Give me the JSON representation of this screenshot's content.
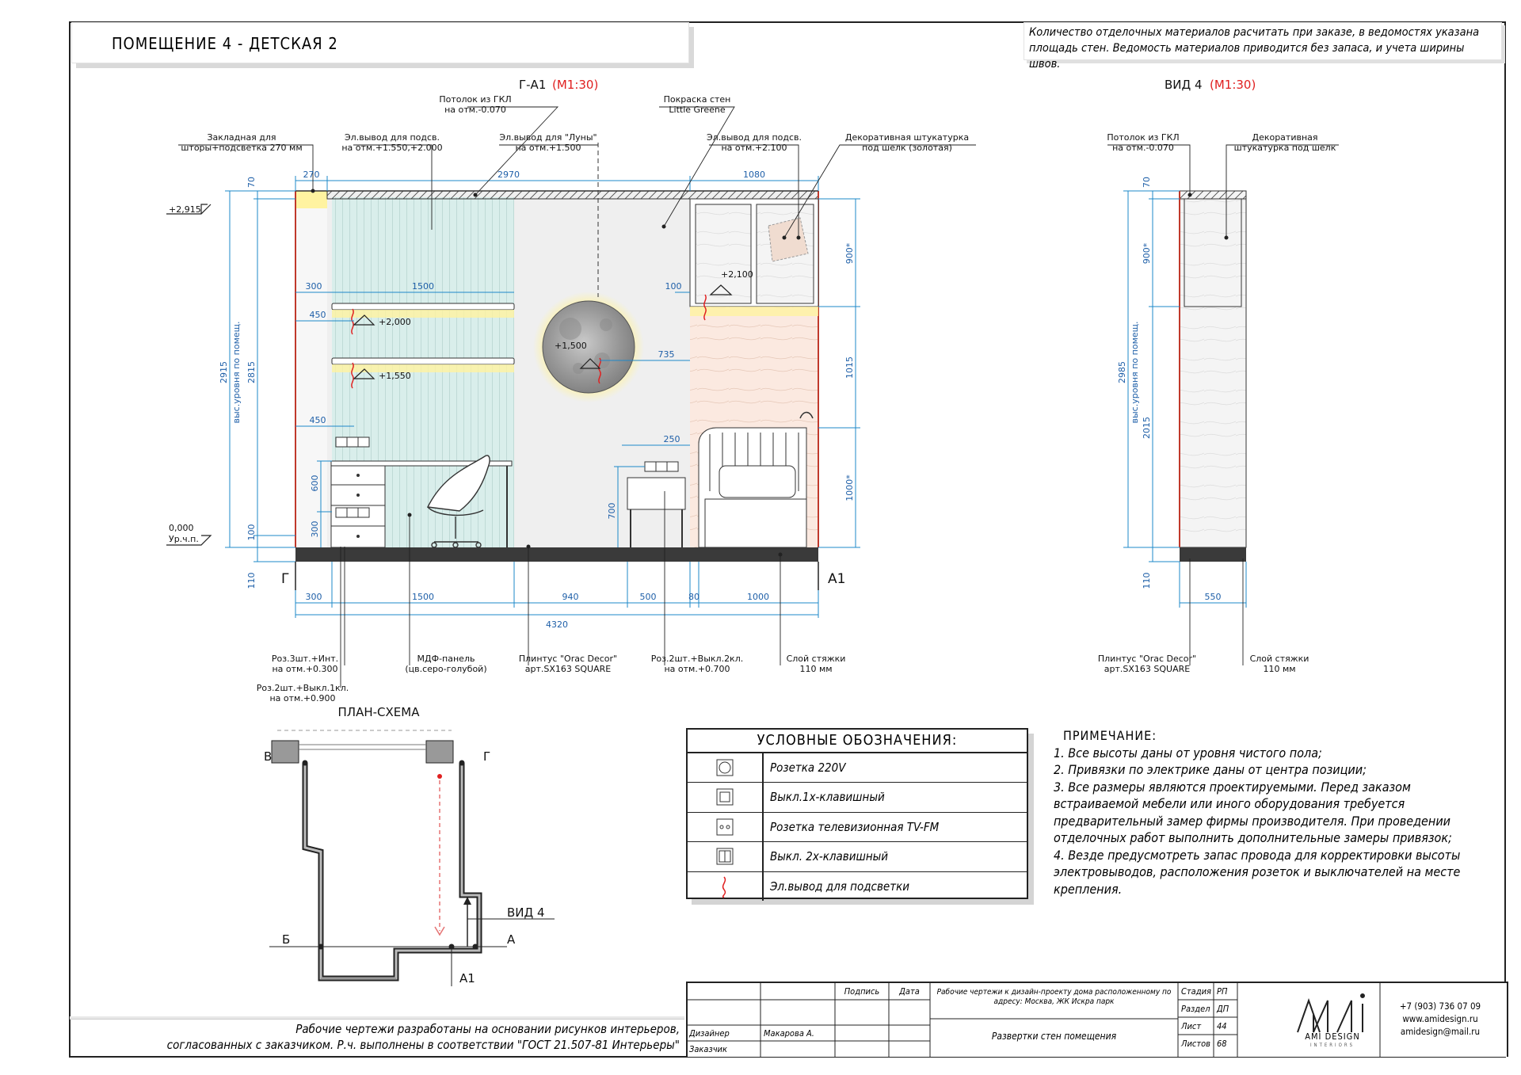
{
  "header": {
    "room_title": "ПОМЕЩЕНИЕ 4 - ДЕТСКАЯ 2",
    "top_note": "Количество отделочных материалов расчитать при заказе, в ведомостях указана площадь стен. Ведомость материалов приводится без запаса, и учета ширины швов."
  },
  "elev_main": {
    "title": "Г-А1",
    "scale": "(М1:30)",
    "labels": {
      "ceiling": [
        "Потолок из ГКЛ",
        "на отм.-0.070"
      ],
      "paint": [
        "Покраска стен",
        "Little Greene"
      ],
      "curtain": [
        "Закладная для",
        "шторы+подсветка 270 мм"
      ],
      "outlet_light1": [
        "Эл.вывод для подсв.",
        "на отм.+1.550,+2.000"
      ],
      "outlet_moon": [
        "Эл.вывод для \"Луны\"",
        "на отм.+1.500"
      ],
      "outlet_light2": [
        "Эл.вывод для подсв.",
        "на отм.+2.100"
      ],
      "plaster": [
        "Декоративная штукатурка",
        "под шелк (золотая)"
      ],
      "b1": [
        "Роз.3шт.+Инт.",
        "на отм.+0.300"
      ],
      "b2": [
        "Роз.2шт.+Выкл.1кл.",
        "на отм.+0.900"
      ],
      "b3": [
        "МДФ-панель",
        "(цв.серо-голубой)"
      ],
      "b4": [
        "Плинтус \"Orac Decor\"",
        "арт.SX163 SQUARE"
      ],
      "b5": [
        "Роз.2шт.+Выкл.2кл.",
        "на отм.+0.700"
      ],
      "b6": [
        "Слой стяжки",
        "110 мм"
      ]
    },
    "dims": {
      "top": [
        "270",
        "2970",
        "1080"
      ],
      "bottom": [
        "300",
        "1500",
        "940",
        "500",
        "80",
        "1000"
      ],
      "total": "4320",
      "left_total": "2915",
      "left_mid": "2815",
      "left_caption": "выс.уровня по помещ.",
      "left_70": "70",
      "left_100": "100",
      "left_110": "110",
      "right": [
        "900*",
        "1015",
        "1000*"
      ],
      "shelf1": [
        "300",
        "1500"
      ],
      "shelf2": "450",
      "shelf3": "450",
      "desk": [
        "600",
        "300"
      ],
      "moon": "735",
      "nightstand": [
        "250",
        "700"
      ],
      "light100": "100"
    },
    "levels": {
      "top": "+2,915",
      "zero": "0,000",
      "zero_label": "Ур.ч.п.",
      "l2000": "+2,000",
      "l1550": "+1,550",
      "l1500": "+1,500",
      "l2100": "+2,100"
    },
    "axis_left": "Г",
    "axis_right": "А1"
  },
  "elev_view": {
    "title": "ВИД 4",
    "scale": "(М1:30)",
    "labels": {
      "ceiling": [
        "Потолок из ГКЛ",
        "на отм.-0.070"
      ],
      "plaster": [
        "Декоративная",
        "штукатурка под шелк"
      ],
      "b1": [
        "Плинтус \"Orac Decor\"",
        "арт.SX163 SQUARE"
      ],
      "b2": [
        "Слой стяжки",
        "110 мм"
      ]
    },
    "dims": {
      "left_total": "2985",
      "left_mid": "2015",
      "left_caption": "выс.уровня по помещ.",
      "left_70": "70",
      "left_900": "900*",
      "left_110": "110",
      "bottom": "550"
    }
  },
  "plan": {
    "title": "ПЛАН-СХЕМА",
    "labels": [
      "В",
      "Г",
      "Б",
      "А",
      "А1",
      "ВИД 4"
    ]
  },
  "legend": {
    "title": "УСЛОВНЫЕ ОБОЗНАЧЕНИЯ:",
    "rows": [
      {
        "icon": "socket-icon",
        "text": "Розетка 220V"
      },
      {
        "icon": "switch-1-icon",
        "text": "Выкл.1х-клавишный"
      },
      {
        "icon": "tv-socket-icon",
        "text": "Розетка телевизионная TV-FM"
      },
      {
        "icon": "switch-2-icon",
        "text": "Выкл. 2х-клавишный"
      },
      {
        "icon": "light-outlet-icon",
        "text": "Эл.вывод для подсветки"
      }
    ]
  },
  "notes": {
    "title": "ПРИМЕЧАНИЕ:",
    "items": [
      "1. Все высоты даны от уровня чистого пола;",
      "2. Привязки по электрике даны от центра позиции;",
      "3. Все размеры являются проектируемыми. Перед заказом встраиваемой мебели или иного оборудования требуется предварительный замер фирмы производителя.  При проведении отделочных работ выполнить дополнительные замеры привязок;",
      "4. Везде предусмотреть запас провода для корректировки высоты электровыводов, расположения розеток и выключателей на месте крепления."
    ]
  },
  "footer": {
    "line1": "Рабочие чертежи разработаны на основании рисунков интерьеров,",
    "line2": "согласованных с заказчиком. Р.ч. выполнены в соответствии \"ГОСТ 21.507-81 Интерьеры\""
  },
  "stamp": {
    "sign": "Подпись",
    "date": "Дата",
    "designer_label": "Дизайнер",
    "designer": "Макарова А.",
    "client_label": "Заказчик",
    "project": "Рабочие чертежи к дизайн-проекту дома расположенному по адресу: Москва, ЖК Искра парк",
    "sheet_title": "Развертки стен помещения",
    "stage_label": "Стадия",
    "stage": "РП",
    "section_label": "Раздел",
    "section": "ДП",
    "sheet_label": "Лист",
    "sheet": "44",
    "sheets_label": "Листов",
    "sheets": "68",
    "logo": "AMI DESIGN",
    "logo_sub": "INTERIORS",
    "phone": "+7 (903) 736 07 09",
    "site": "www.amidesign.ru",
    "email": "amidesign@mail.ru"
  },
  "colors": {
    "dim": "#1e88c8",
    "accent": "#e02020",
    "panel": "#d8ece8",
    "floor": "#3a3a3a"
  }
}
